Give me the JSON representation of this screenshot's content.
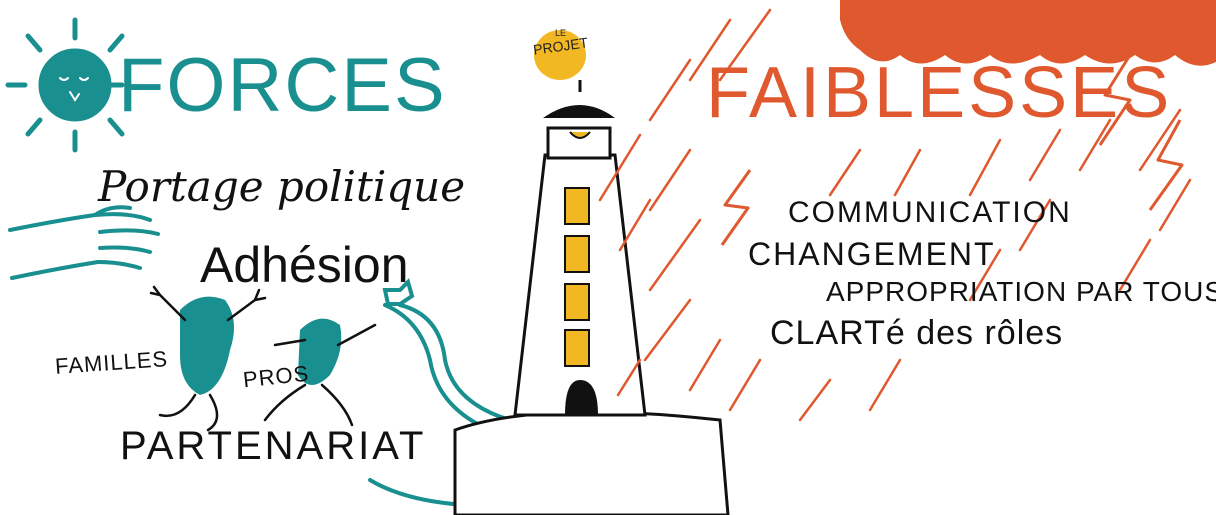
{
  "forces": {
    "title": "FORCES",
    "items": [
      "Portage politique",
      "Adhésion",
      "FAMILLES",
      "PROS",
      "PARTENARIAT"
    ]
  },
  "faiblesses": {
    "title": "FAIBLESSES",
    "items": [
      "COMMUNICATION",
      "CHANGEMENT",
      "APPROPRIATION PAR TOUS",
      "CLARTé des rôles"
    ]
  },
  "lighthouse": {
    "label_small": "LE",
    "label": "PROJET"
  },
  "colors": {
    "teal": "#1a8f8f",
    "orange": "#e0582e",
    "yellow": "#f2b824",
    "ink": "#111111"
  },
  "icons": [
    "sun-icon",
    "cloud-icon",
    "lightning-icon",
    "lighthouse-icon",
    "hand-icon",
    "road-arrow-icon"
  ]
}
